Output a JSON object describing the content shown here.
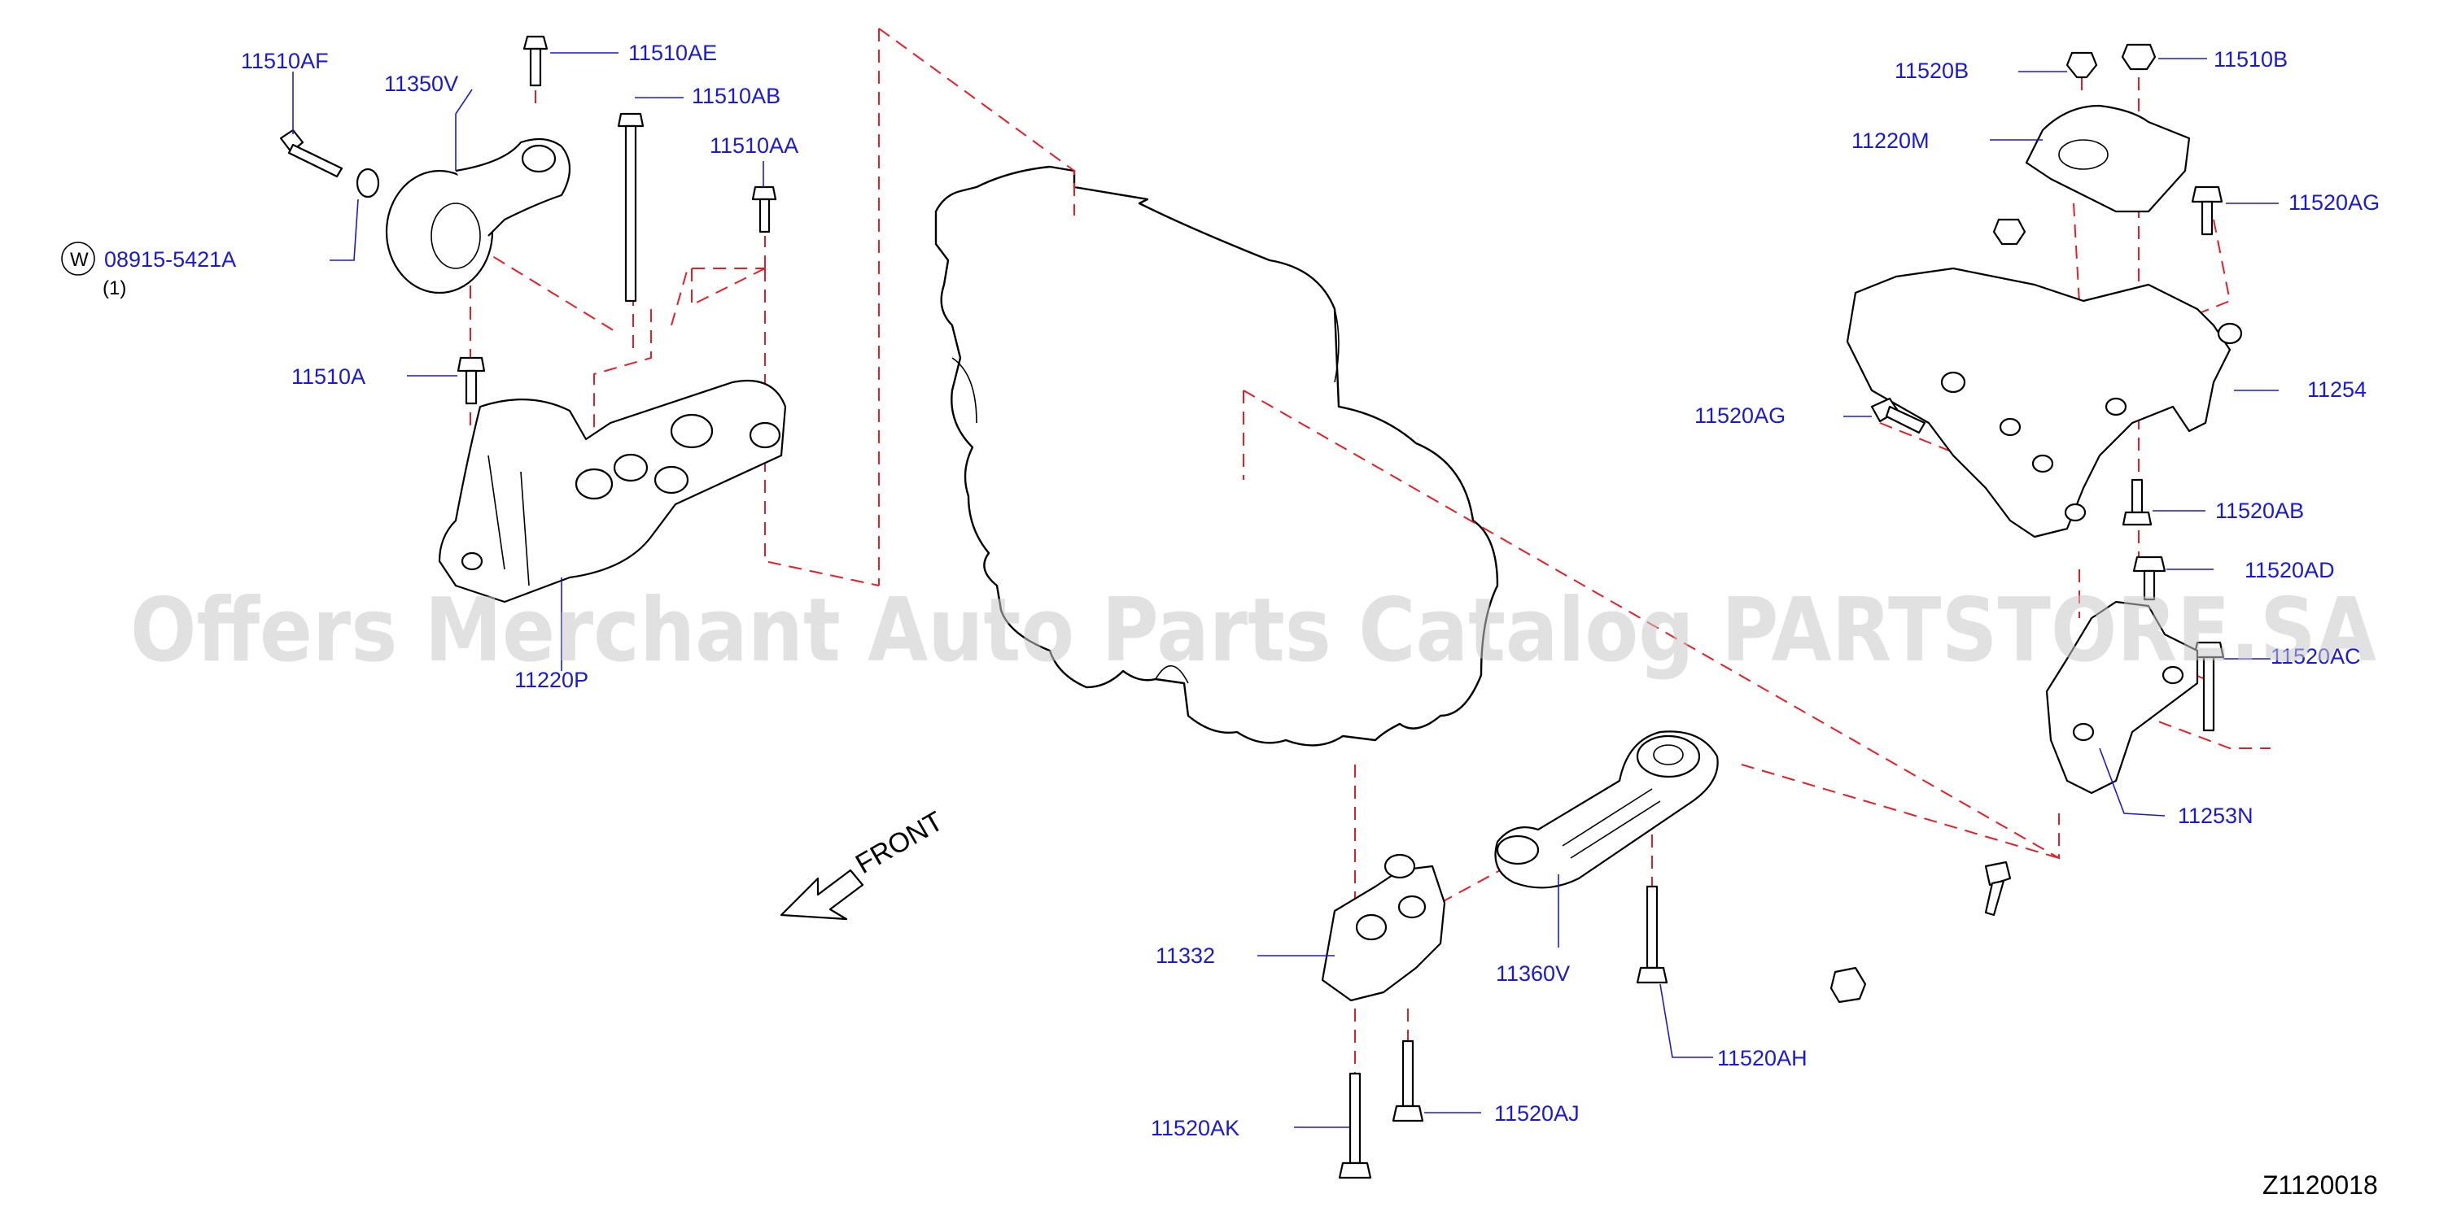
{
  "diagram": {
    "id": "Z1120018",
    "front_label": "FRONT",
    "watermark": "Offers Merchant Auto Parts Catalog PARTSTORE.SA",
    "colors": {
      "label": "#1a1ad6",
      "dash": "#e41e26",
      "line": "#000000"
    }
  },
  "parts": [
    {
      "key": "11510AF",
      "label": "11510AF"
    },
    {
      "key": "11350V",
      "label": "11350V"
    },
    {
      "key": "11510AE",
      "label": "11510AE"
    },
    {
      "key": "11510AB",
      "label": "11510AB"
    },
    {
      "key": "11510AA",
      "label": "11510AA"
    },
    {
      "key": "washer",
      "label": "08915-5421A",
      "symbol": "W",
      "qty": "(1)"
    },
    {
      "key": "11510A",
      "label": "11510A"
    },
    {
      "key": "11220P",
      "label": "11220P"
    },
    {
      "key": "11520B",
      "label": "11520B"
    },
    {
      "key": "11510B",
      "label": "11510B"
    },
    {
      "key": "11220M",
      "label": "11220M"
    },
    {
      "key": "11520AG_top",
      "label": "11520AG"
    },
    {
      "key": "11254",
      "label": "11254"
    },
    {
      "key": "11520AG_left",
      "label": "11520AG"
    },
    {
      "key": "11520AB",
      "label": "11520AB"
    },
    {
      "key": "11520AD",
      "label": "11520AD"
    },
    {
      "key": "11520AC",
      "label": "11520AC"
    },
    {
      "key": "11253N",
      "label": "11253N"
    },
    {
      "key": "11332",
      "label": "11332"
    },
    {
      "key": "11360V",
      "label": "11360V"
    },
    {
      "key": "11520AH",
      "label": "11520AH"
    },
    {
      "key": "11520AK",
      "label": "11520AK"
    },
    {
      "key": "11520AJ",
      "label": "11520AJ"
    }
  ]
}
